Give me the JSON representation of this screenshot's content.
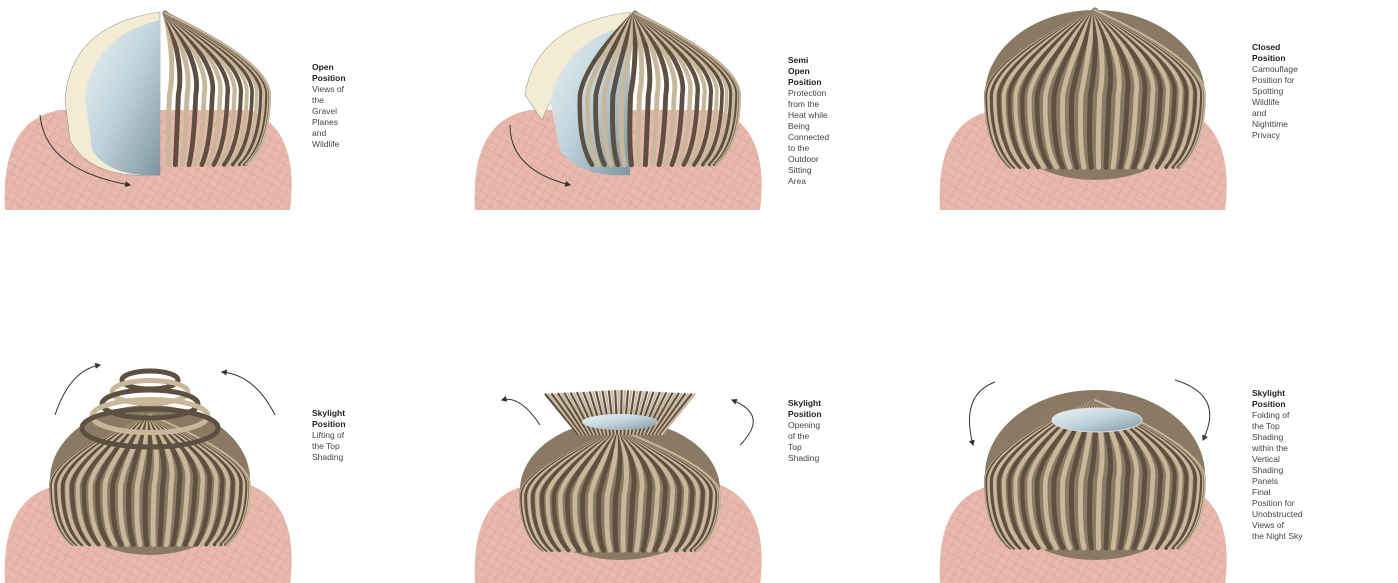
{
  "colors": {
    "ground": "#e8b8ad",
    "ground_grid": "#d29a8d",
    "slat_dark": "#5e5040",
    "slat_light": "#c9b79b",
    "glass": "#bfd3dc",
    "cream": "#f3ecd2",
    "arrow": "#333333"
  },
  "panels": [
    {
      "id": "open",
      "title": "Open Position",
      "lines": [
        "Views of the Gravel",
        "Planes and Wildlife"
      ],
      "icon": "dome-open-illustration"
    },
    {
      "id": "semi-open",
      "title": "Semi Open Position",
      "lines": [
        "Protection from the",
        "Heat while Being",
        "Connected to the",
        "Outdoor Sitting Area"
      ],
      "icon": "dome-semi-open-illustration"
    },
    {
      "id": "closed",
      "title": "Closed Position",
      "lines": [
        "Camouflage Position for",
        "Spotting Wildlife",
        "and Nighttime Privacy"
      ],
      "icon": "dome-closed-illustration"
    },
    {
      "id": "skylight-lift",
      "title": "Skylight Position",
      "lines": [
        "Lifting of the Top",
        "Shading"
      ],
      "icon": "dome-skylight-lift-illustration"
    },
    {
      "id": "skylight-open",
      "title": "Skylight Position",
      "lines": [
        "Opening of the Top",
        "Shading"
      ],
      "icon": "dome-skylight-open-illustration"
    },
    {
      "id": "skylight-fold",
      "title": "Skylight Position",
      "lines": [
        "Folding of the Top",
        "Shading within the",
        "Vertical Shading Panels",
        "Final Position for",
        "Unobstructed Views of",
        "the Night Sky"
      ],
      "icon": "dome-skylight-fold-illustration"
    }
  ]
}
